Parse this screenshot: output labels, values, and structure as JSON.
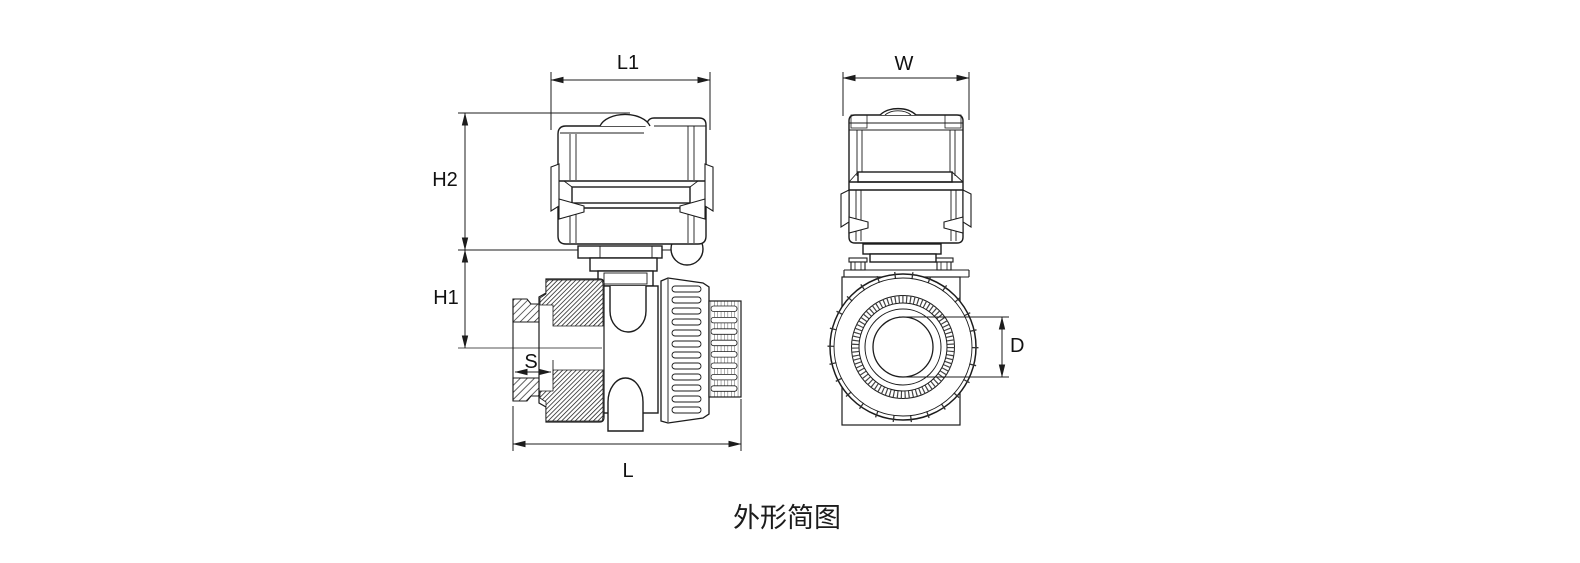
{
  "drawing": {
    "caption": "外形简图",
    "front_view": {
      "dims": {
        "l1": "L1",
        "h2": "H2",
        "h1": "H1",
        "s": "S",
        "l": "L"
      }
    },
    "side_view": {
      "dims": {
        "w": "W",
        "d": "D"
      }
    }
  },
  "colors": {
    "background": "#ffffff",
    "line": "#1c1c1c",
    "text": "#111111"
  }
}
